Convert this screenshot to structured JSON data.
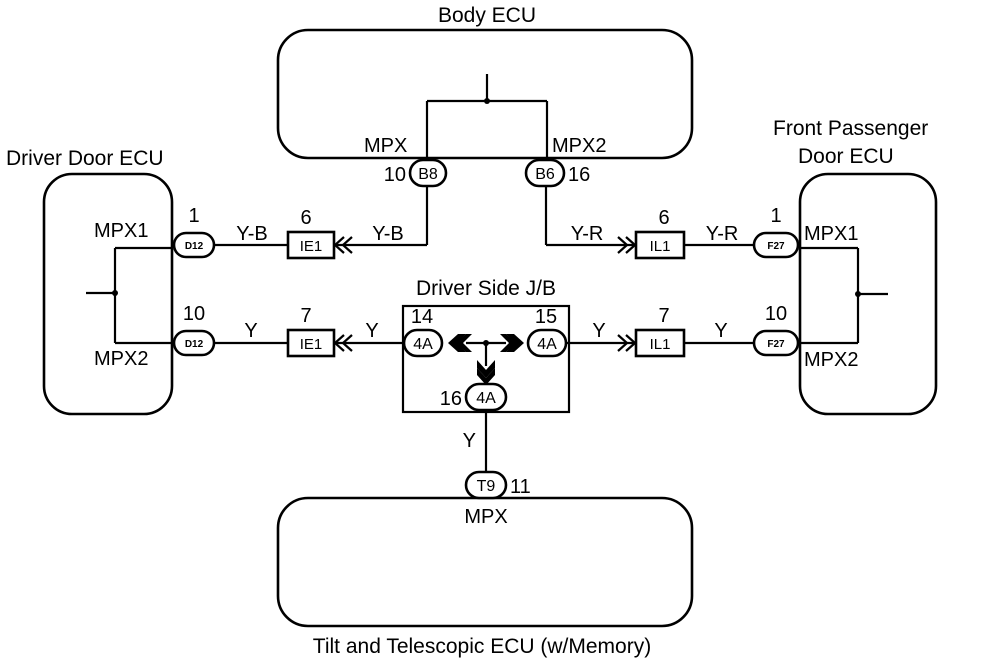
{
  "ecus": {
    "body": "Body ECU",
    "driver_door": "Driver Door ECU",
    "passenger_line1": "Front Passenger",
    "passenger_line2": "Door ECU",
    "junction": "Driver Side J/B",
    "tilt": "Tilt and Telescopic ECU (w/Memory)"
  },
  "terminals": {
    "body_mpx": "MPX",
    "body_mpx2": "MPX2",
    "driver_mpx1": "MPX1",
    "driver_mpx2": "MPX2",
    "passenger_mpx1": "MPX1",
    "passenger_mpx2": "MPX2",
    "tilt_mpx": "MPX"
  },
  "connectors": {
    "b8": "B8",
    "b6": "B6",
    "d12_top": "D12",
    "d12_bottom": "D12",
    "f27_top": "F27",
    "f27_bottom": "F27",
    "ie1_top": "IE1",
    "ie1_bottom": "IE1",
    "il1_top": "IL1",
    "il1_bottom": "IL1",
    "jb_left": "4A",
    "jb_right": "4A",
    "jb_bottom": "4A",
    "t9": "T9"
  },
  "pins": {
    "b8": "10",
    "b6": "16",
    "d12_top": "1",
    "d12_bottom": "10",
    "f27_top": "1",
    "f27_bottom": "10",
    "ie1_top": "6",
    "ie1_bottom": "7",
    "il1_top": "6",
    "il1_bottom": "7",
    "jb_left": "14",
    "jb_right": "15",
    "jb_bottom": "16",
    "t9": "11"
  },
  "wires": {
    "yb_left": "Y-B",
    "yb_right": "Y-B",
    "yr_left": "Y-R",
    "yr_right": "Y-R",
    "y_left_outer": "Y",
    "y_left_inner": "Y",
    "y_right_inner": "Y",
    "y_right_outer": "Y",
    "y_down": "Y"
  }
}
